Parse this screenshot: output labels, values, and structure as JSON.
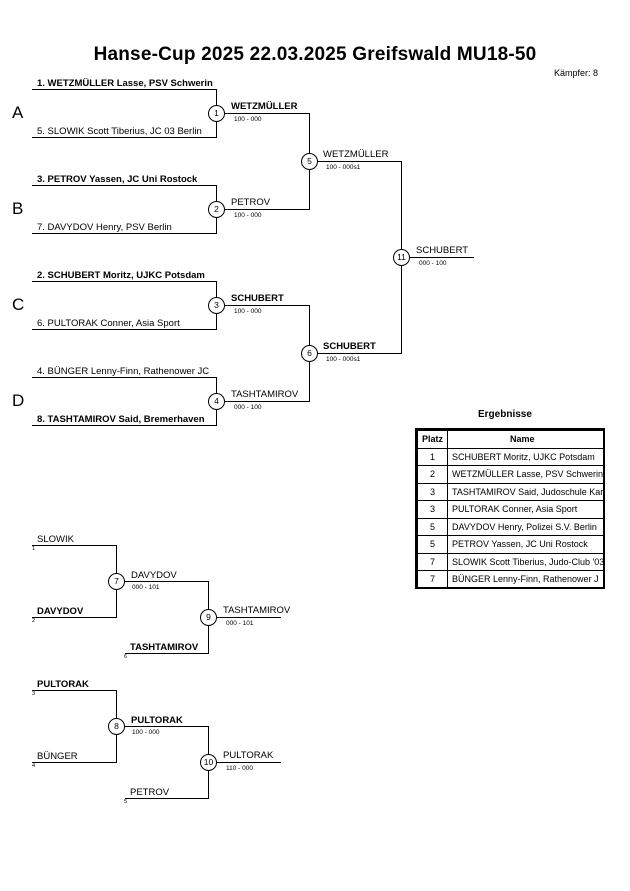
{
  "header": {
    "title": "Hanse-Cup 2025  22.03.2025  Greifswald   MU18-50",
    "fighters_count": "Kämpfer: 8"
  },
  "pools": [
    "A",
    "B",
    "C",
    "D"
  ],
  "main_bracket": {
    "entrants": [
      "1. WETZMÜLLER Lasse, PSV Schwerin",
      "5. SLOWIK Scott Tiberius, JC 03 Berlin",
      "3. PETROV Yassen, JC Uni Rostock",
      "7. DAVYDOV Henry, PSV Berlin",
      "2. SCHUBERT Moritz, UJKC Potsdam",
      "6. PULTORAK Conner, Asia Sport",
      "4. BÜNGER Lenny-Finn, Rathenower JC",
      "8. TASHTAMIROV Said, Bremerhaven"
    ],
    "bouts": [
      {
        "no": "1",
        "winner": "WETZMÜLLER",
        "score": "100 - 000"
      },
      {
        "no": "2",
        "winner": "PETROV",
        "score": "100 - 000"
      },
      {
        "no": "3",
        "winner": "SCHUBERT",
        "score": "100 - 000"
      },
      {
        "no": "4",
        "winner": "TASHTAMIROV",
        "score": "000 - 100"
      },
      {
        "no": "5",
        "winner": "WETZMÜLLER",
        "score": "100 - 000s1"
      },
      {
        "no": "6",
        "winner": "SCHUBERT",
        "score": "100 - 000s1"
      },
      {
        "no": "11",
        "winner": "SCHUBERT",
        "score": "000 - 100"
      }
    ]
  },
  "repechage": {
    "upper": {
      "entrants": [
        {
          "name": "SLOWIK",
          "seed": "1"
        },
        {
          "name": "DAVYDOV",
          "seed": "2"
        }
      ],
      "bout7": {
        "no": "7",
        "winner": "DAVYDOV",
        "score": "000 - 101"
      },
      "late_entrant": {
        "name": "TASHTAMIROV",
        "seed": "6"
      },
      "bout9": {
        "no": "9",
        "winner": "TASHTAMIROV",
        "score": "000 - 101"
      }
    },
    "lower": {
      "entrants": [
        {
          "name": "PULTORAK",
          "seed": "3"
        },
        {
          "name": "BÜNGER",
          "seed": "4"
        }
      ],
      "bout8": {
        "no": "8",
        "winner": "PULTORAK",
        "score": "100 - 000"
      },
      "late_entrant": {
        "name": "PETROV",
        "seed": "5"
      },
      "bout10": {
        "no": "10",
        "winner": "PULTORAK",
        "score": "110 - 000"
      }
    }
  },
  "results": {
    "title": "Ergebnisse",
    "col_place": "Platz",
    "col_name": "Name",
    "rows": [
      {
        "place": "1",
        "name": "SCHUBERT Moritz, UJKC Potsdam"
      },
      {
        "place": "2",
        "name": "WETZMÜLLER Lasse, PSV Schwerin"
      },
      {
        "place": "3",
        "name": "TASHTAMIROV Said, Judoschule Kar"
      },
      {
        "place": "3",
        "name": "PULTORAK Conner, Asia Sport"
      },
      {
        "place": "5",
        "name": "DAVYDOV Henry, Polizei S.V. Berlin"
      },
      {
        "place": "5",
        "name": "PETROV Yassen, JC Uni Rostock"
      },
      {
        "place": "7",
        "name": "SLOWIK Scott Tiberius, Judo-Club '03"
      },
      {
        "place": "7",
        "name": "BÜNGER Lenny-Finn, Rathenower J"
      }
    ]
  }
}
